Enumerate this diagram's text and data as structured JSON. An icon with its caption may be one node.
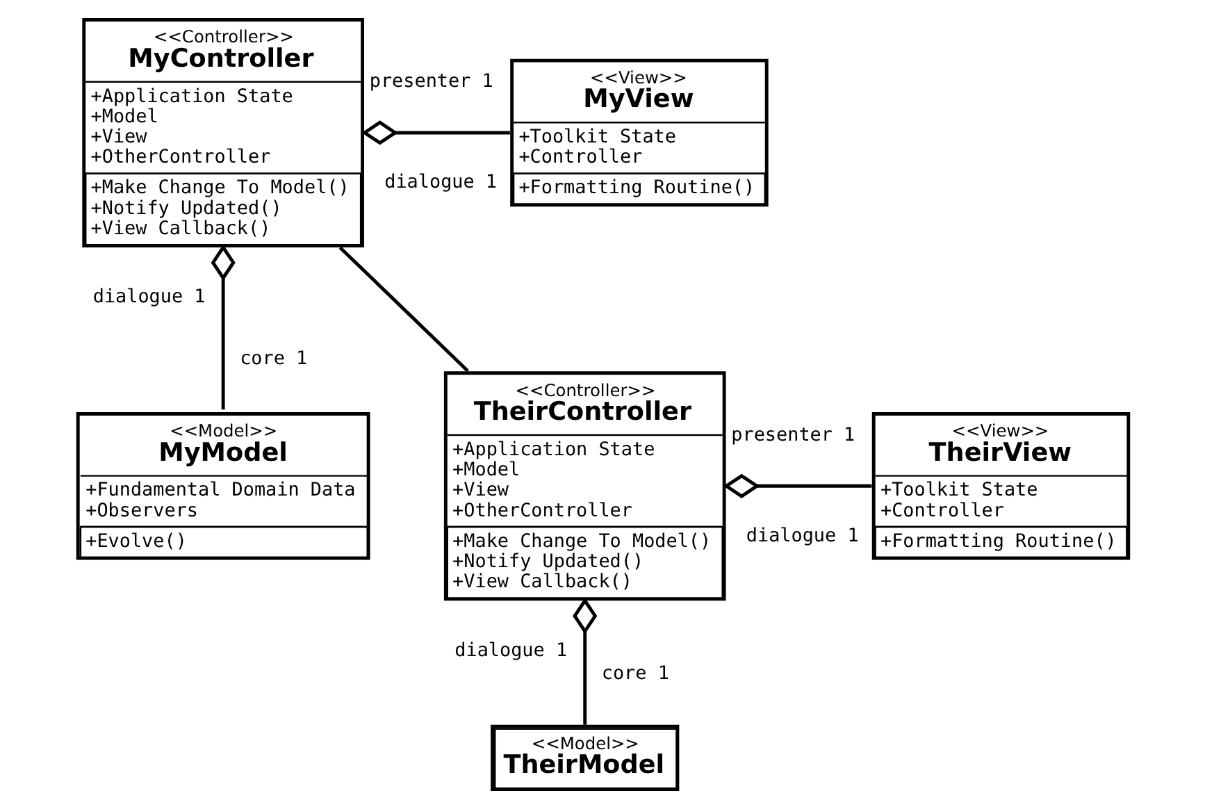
{
  "diagram": {
    "nodes": [
      {
        "text": [
          "<<Controller>>",
          "MyController",
          "+Application State",
          "+Model",
          "+View",
          "+OtherController",
          "+Make Change To Model()",
          "+Notify Updated()",
          "+View Callback()"
        ]
      },
      {
        "text": [
          "<<View>>",
          "MyView",
          "+Toolkit State",
          "+Controller",
          "+Formatting Routine()"
        ]
      },
      {
        "text": [
          "<<Controller>>",
          "TheirController",
          "+Application State",
          "+Model",
          "+View",
          "+OtherController",
          "+Make Change To Model()",
          "+Notify Updated()",
          "+View Callback()"
        ]
      },
      {
        "text": [
          "<<View>>",
          "TheirView",
          "+Toolkit State",
          "+Controller",
          "+Formatting Routine()"
        ]
      },
      {
        "text": [
          "<<Model>>",
          "MyModel",
          "+Fundamental Domain Data",
          "+Observers",
          "+Evolve()"
        ]
      },
      {
        "text": [
          "<<Model>>",
          "TheirModel"
        ]
      }
    ],
    "edges": [
      {
        "from": 0,
        "to": 1,
        "arrow": "other"
      },
      {
        "from": 0,
        "to": 4,
        "arrow": "other"
      },
      {
        "from": 0,
        "to": 2,
        "arrow": "none"
      },
      {
        "from": 2,
        "to": 3,
        "arrow": "other"
      },
      {
        "from": 2,
        "to": 5,
        "arrow": "other"
      }
    ],
    "labels": [
      "dialogue 1",
      "presenter 1",
      "dialogue 1",
      "core 1",
      "dialogue 1",
      "presenter 1",
      "dialogue 1",
      "core 1"
    ]
  }
}
